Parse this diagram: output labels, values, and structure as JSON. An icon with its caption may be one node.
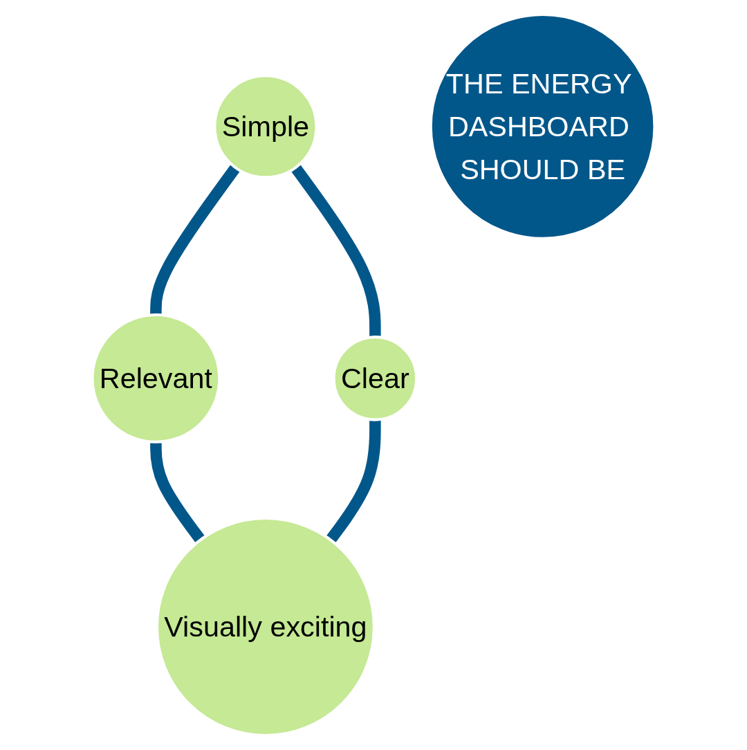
{
  "diagram": {
    "nodes": [
      {
        "text": [
          "Simple"
        ]
      },
      {
        "text": [
          "Relevant"
        ]
      },
      {
        "text": [
          "THE ENERGY DASHBOARD SHOULD BE"
        ]
      },
      {
        "text": [
          "Clear"
        ]
      },
      {
        "text": [
          "Visually exciting"
        ]
      }
    ],
    "edges": [
      {
        "from": 0,
        "to": 1,
        "arrow": "none"
      },
      {
        "from": 0,
        "to": 3,
        "arrow": "none"
      },
      {
        "from": 1,
        "to": 4,
        "arrow": "none"
      },
      {
        "from": 3,
        "to": 4,
        "arrow": "none"
      }
    ]
  }
}
